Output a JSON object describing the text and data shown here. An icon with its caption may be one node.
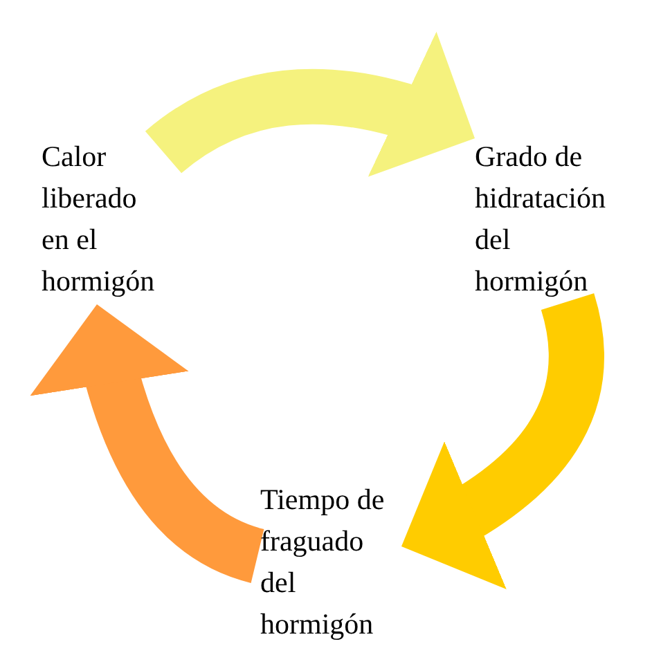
{
  "diagram": {
    "nodes": [
      {
        "text": [
          "Calor liberado en el hormigón"
        ]
      },
      {
        "text": [
          "Grado de hidratación del hormigón"
        ]
      },
      {
        "text": [
          "Tiempo de fraguado del hormigón"
        ]
      }
    ],
    "edges": [
      {
        "from": 0,
        "to": 1,
        "arrow": "to",
        "color": "#f5f27e"
      },
      {
        "from": 1,
        "to": 2,
        "arrow": "to",
        "color": "#ffcc00"
      },
      {
        "from": 2,
        "to": 0,
        "arrow": "to",
        "color": "#ff9a3c"
      }
    ]
  }
}
